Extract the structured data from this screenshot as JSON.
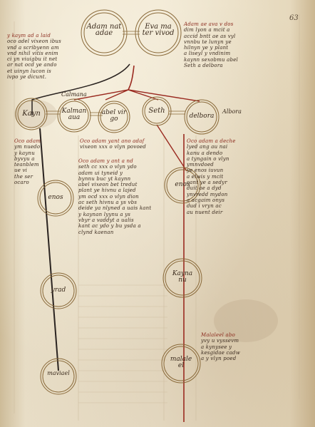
{
  "folio": "63",
  "colors": {
    "ink": "#3b2b1f",
    "rubric": "#9a2a20",
    "circle": "#8a6a3a",
    "parchment": "#ede3cc"
  },
  "labels": {
    "adam": "Adam nat\nadae",
    "eva": "Eva ma\nter vivod",
    "kayn": "Kayn",
    "kalmana": "Kalman\naua",
    "abel": "abel vir\ngo",
    "seth": "Seth",
    "delbora": "delbora",
    "enos_left": "enos",
    "enos_right": "enos",
    "yrad": "yrad",
    "kaynan": "Kayna\nnu",
    "maviael": "maviael",
    "malaleel": "malale\nel"
  },
  "side_notes": {
    "calmana": "Calmana",
    "albora": "Albora"
  },
  "text_blocks": {
    "top_left": [
      "y kaym ad a laid",
      "oco adel vixeon ibus",
      "vnd a scribyenn am",
      "vnd nihil vitis enim",
      "ci yn viuigbu it net",
      "ar nat ocd ye ando",
      "et uinyn lucon is",
      "ivpo ye dicunt."
    ],
    "top_right": [
      "Adam ae ava v dos",
      "dim lyon a mcit a",
      "accid bntt ae as vyl",
      "vnnbu te lunyn ye",
      "hilnyn ye y plant",
      "a liseyl y vndinim",
      "kaynn sexobmu abel",
      "Seth a delbora"
    ],
    "left_col": [
      "Oco adam",
      "ym nuedo",
      "y kaynu",
      "byvyu a",
      "teanblem",
      "ue vi",
      "the ser",
      "ocaro"
    ],
    "center_top": [
      "Oco adam yant ano adaf",
      "vixeon xxx o vlyn povoed"
    ],
    "center_mid": [
      "Oco adam y ant a nd",
      "seth cc xxx o vlyn ydo",
      "adam ui tyneid y",
      "bynnu buc yt kaynn",
      "abel vixeon bet tredut",
      "plant ye hivnu a lajed",
      "ym ocd xxx o vlyn dion",
      "ac seth hivnu a ys vbs",
      "deide ya nlyned a uais kant",
      "y kaynan lyynu a ys",
      "vbyr a vaddyt a ualis",
      "kant ac ydo y bu ysda a",
      "clynd kaenan"
    ],
    "right_col": [
      "Oco adam a deche",
      "lyed ang au nai",
      "kanu a dendo",
      "a tyngain o vlyn",
      "ymnvdoed",
      "ye enos iuvun",
      "a elwis y mcit",
      "cant ye a sedyr",
      "duit ae a dyd",
      "ynvredd mydon",
      "a acgaim onys",
      "dud i vryn ac",
      "au nuent deir"
    ],
    "bottom_right": [
      "Malaleel abo",
      "yvy u vyssevm",
      "a kynysee y",
      "kesgidae cadw",
      "a y vlyn poed"
    ]
  }
}
